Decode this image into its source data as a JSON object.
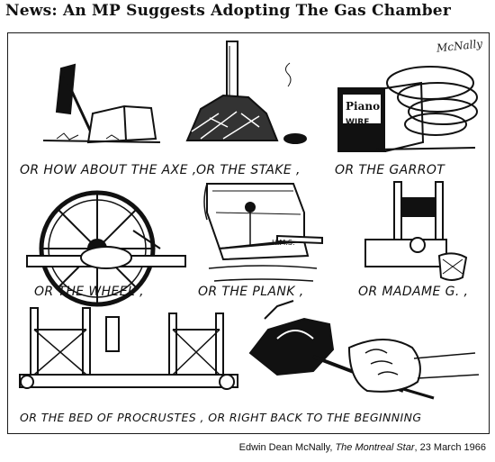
{
  "headline": "News: An MP Suggests Adopting The Gas Chamber",
  "signature": "McNally",
  "captions": {
    "axe": "OR HOW ABOUT THE AXE ,",
    "stake": "OR THE STAKE ,",
    "garrot": "OR THE GARROT",
    "wheel": "OR THE WHEEL ,",
    "plank": "OR THE PLANK ,",
    "madame": "OR MADAME G. ,",
    "procrustes": "OR THE BED OF PROCRUSTES , OR RIGHT BACK TO THE BEGINNING"
  },
  "box_label_top": "Piano",
  "box_label_bottom": "WIRE",
  "plank_marking": "H.M.S.",
  "credit": {
    "artist": "Edwin Dean McNally,",
    "publication": "The Montreal Star",
    "date": ", 23 March 1966"
  }
}
